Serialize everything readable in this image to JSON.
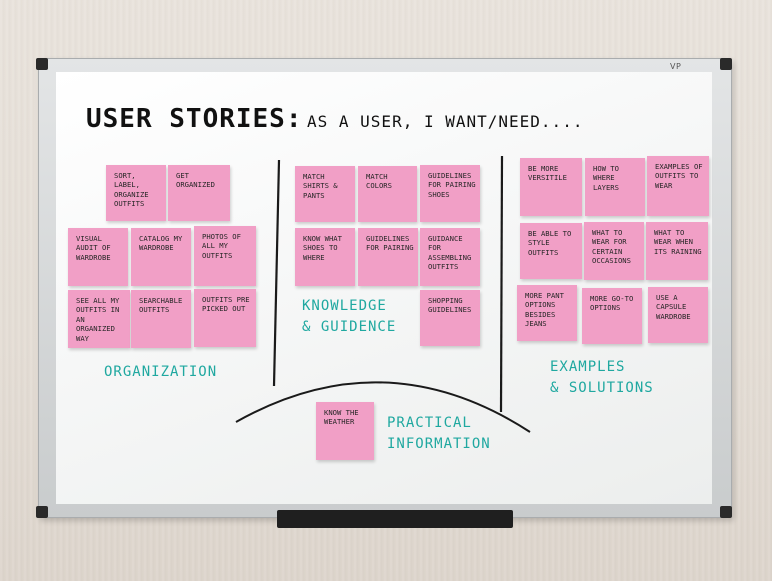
{
  "board": {
    "brand": "VP",
    "title": "USER STORIES:",
    "subtitle": "AS A USER, I WANT/NEED....",
    "colors": {
      "sticky": "#f19fc6",
      "marker_teal": "#1fa8a0",
      "marker_black": "#111111",
      "frame": "#c9cccd"
    }
  },
  "labels": {
    "organization": "ORGANIZATION",
    "knowledge": "KNOWLEDGE\n& GUIDENCE",
    "examples": "EXAMPLES\n& SOLUTIONS",
    "practical": "PRACTICAL\nINFORMATION"
  },
  "notes": {
    "org": [
      "Sort, label, organize outfits",
      "Get organized",
      "Visual audit of wardrobe",
      "Catalog my wardrobe",
      "Photos of all my outfits",
      "See all my outfits in an organized way",
      "Searchable outfits",
      "Outfits pre picked out"
    ],
    "know": [
      "Match shirts & pants",
      "Match colors",
      "Guidelines for pairing shoes",
      "Know what shoes to where",
      "Guidelines for pairing",
      "Guidance for assembling outfits",
      "Shopping guidelines"
    ],
    "ex": [
      "Be more versitile",
      "How to where layers",
      "Examples of outfits to wear",
      "Be able to style outfits",
      "What to wear for certain occasions",
      "What to wear when its raining",
      "More pant options besides jeans",
      "More go-to options",
      "Use a capsule wardrobe"
    ],
    "practical": [
      "Know the weather"
    ]
  }
}
